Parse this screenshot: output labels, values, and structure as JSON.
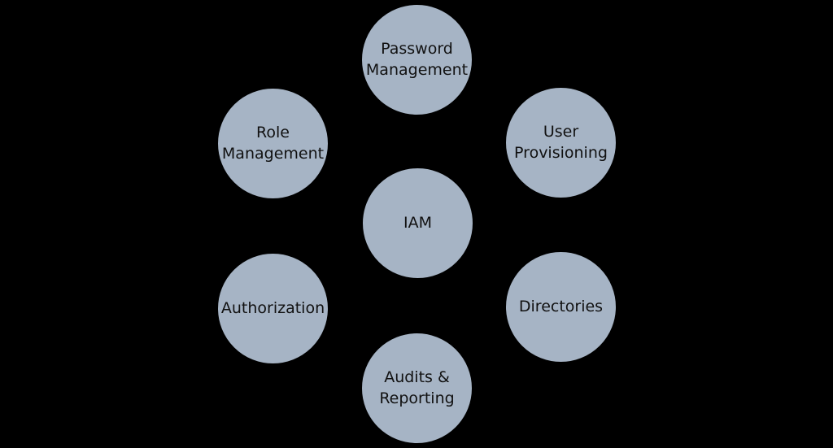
{
  "diagram": {
    "description": "IAM components diagram: central IAM node with six surrounding capability nodes",
    "colors": {
      "background": "#000000",
      "node_fill": "#a6b4c5",
      "node_border": "#000000",
      "node_text": "#111111"
    },
    "nodes": [
      {
        "id": "password-management",
        "position": "top",
        "label": "Password\nManagement"
      },
      {
        "id": "role-management",
        "position": "upper-left",
        "label": "Role\nManagement"
      },
      {
        "id": "user-provisioning",
        "position": "upper-right",
        "label": "User\nProvisioning"
      },
      {
        "id": "iam",
        "position": "center",
        "label": "IAM"
      },
      {
        "id": "authorization",
        "position": "lower-left",
        "label": "Authorization"
      },
      {
        "id": "directories",
        "position": "lower-right",
        "label": "Directories"
      },
      {
        "id": "audits-reporting",
        "position": "bottom",
        "label": "Audits &\nReporting"
      }
    ]
  }
}
